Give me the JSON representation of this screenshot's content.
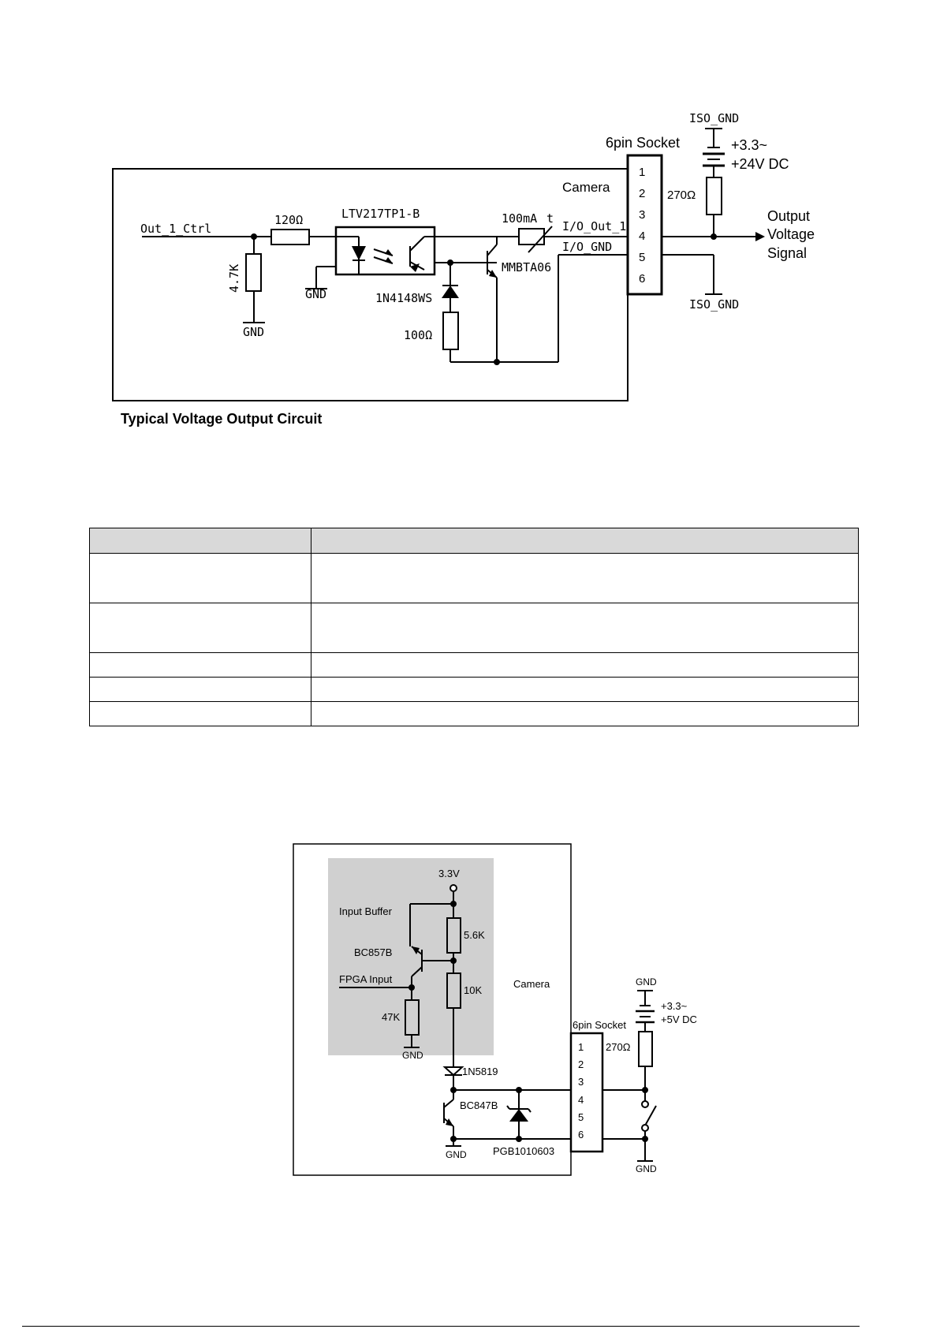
{
  "diagram1": {
    "camera_label": "Camera",
    "socket_label": "6pin Socket",
    "pins": [
      "1",
      "2",
      "3",
      "4",
      "5",
      "6"
    ],
    "ctrl_label": "Out_1_Ctrl",
    "r_series": "120Ω",
    "r_pulldown": "4.7K",
    "optocoupler": "LTV217TP1-B",
    "gnd": "GND",
    "diode": "1N4148WS",
    "r_base": "100Ω",
    "fuse": "100mA",
    "fuse_t": "t",
    "transistor": "MMBTA06",
    "io_out": "I/O_Out_1",
    "io_gnd": "I/O_GND",
    "iso_gnd_top": "ISO_GND",
    "iso_gnd_bottom": "ISO_GND",
    "supply_line1": "+3.3~",
    "supply_line2": "+24V DC",
    "r_load": "270Ω",
    "output_line1": "Output",
    "output_line2": "Voltage",
    "output_line3": "Signal",
    "caption": "Typical Voltage Output Circuit"
  },
  "table": {
    "header": [
      "",
      ""
    ],
    "rows": [
      [
        "",
        ""
      ],
      [
        "",
        ""
      ],
      [
        "",
        ""
      ],
      [
        "",
        ""
      ],
      [
        "",
        ""
      ]
    ]
  },
  "diagram2": {
    "vcc": "3.3V",
    "input_buffer": "Input Buffer",
    "r_top": "5.6K",
    "pnp": "BC857B",
    "fpga_input": "FPGA Input",
    "r_mid": "10K",
    "r_pulldown": "47K",
    "gnd_inner": "GND",
    "camera_label": "Camera",
    "diode": "1N5819",
    "npn": "BC847B",
    "tvs": "PGB1010603",
    "gnd_bottom": "GND",
    "socket_label": "6pin Socket",
    "pins": [
      "1",
      "2",
      "3",
      "4",
      "5",
      "6"
    ],
    "r_load": "270Ω",
    "gnd_supply": "GND",
    "supply_line1": "+3.3~",
    "supply_line2": "+5V DC",
    "gnd_switch": "GND"
  }
}
